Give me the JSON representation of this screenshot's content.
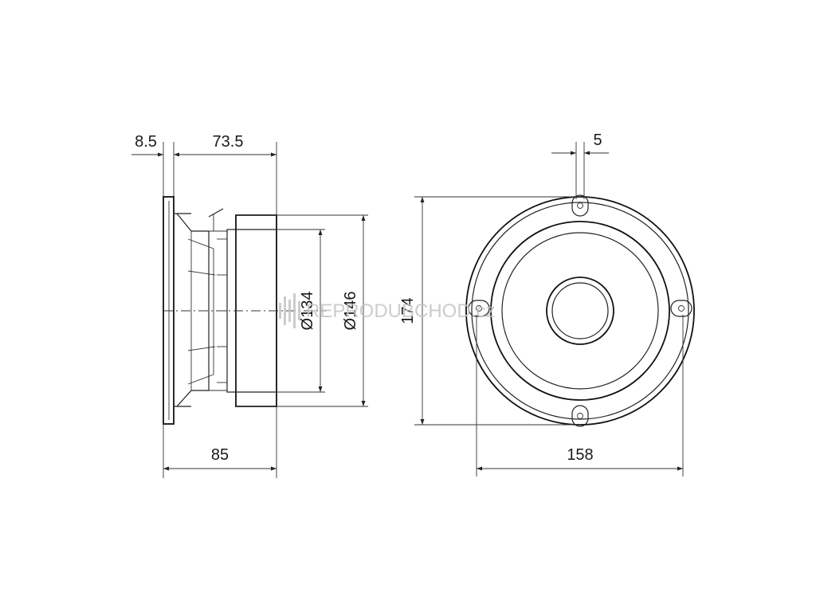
{
  "side_view": {
    "dim_flange": "8.5",
    "dim_depth_top": "73.5",
    "dim_depth_total": "85",
    "dim_dia_inner": "Ø134",
    "dim_dia_outer": "Ø146"
  },
  "front_view": {
    "dim_slot": "5",
    "dim_height": "174",
    "dim_width": "158"
  },
  "watermark": {
    "text": "REPRODUBCHOD.cz"
  }
}
